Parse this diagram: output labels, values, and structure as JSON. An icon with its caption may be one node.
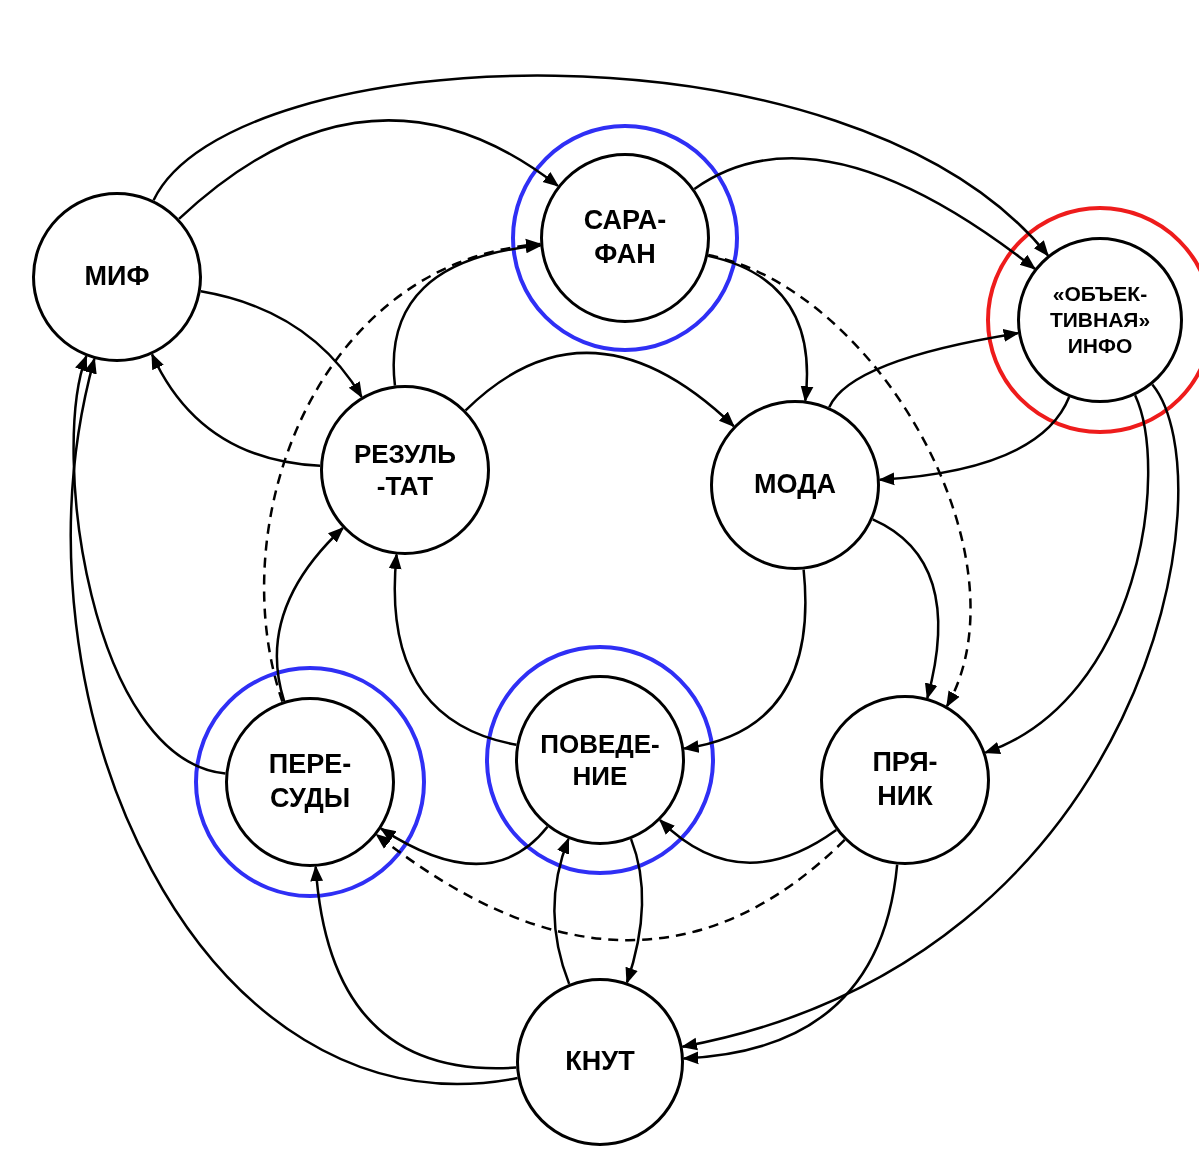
{
  "diagram": {
    "nodes": [
      {
        "text": [
          "МИФ"
        ]
      },
      {
        "text": [
          "САРА- ФАН"
        ]
      },
      {
        "text": [
          "«ОБЪЕК- ТИВНАЯ» ИНФО"
        ]
      },
      {
        "text": [
          "РЕЗУЛЬ -ТАТ"
        ]
      },
      {
        "text": [
          "МОДА"
        ]
      },
      {
        "text": [
          "ПЕРЕ- СУДЫ"
        ]
      },
      {
        "text": [
          "ПОВЕДЕ- НИЕ"
        ]
      },
      {
        "text": [
          "ПРЯ- НИК"
        ]
      },
      {
        "text": [
          "КНУТ"
        ]
      }
    ],
    "edges": [
      {
        "from": 0,
        "to": 1,
        "arrow": "to"
      },
      {
        "from": 0,
        "to": 2,
        "arrow": "to"
      },
      {
        "from": 1,
        "to": 2,
        "arrow": "to"
      },
      {
        "from": 0,
        "to": 3,
        "arrow": "to"
      },
      {
        "from": 3,
        "to": 0,
        "arrow": "to"
      },
      {
        "from": 3,
        "to": 1,
        "arrow": "to"
      },
      {
        "from": 3,
        "to": 4,
        "arrow": "to"
      },
      {
        "from": 1,
        "to": 4,
        "arrow": "to"
      },
      {
        "from": 5,
        "to": 1,
        "arrow": "to",
        "style": "dashed"
      },
      {
        "from": 1,
        "to": 7,
        "arrow": "to",
        "style": "dashed"
      },
      {
        "from": 7,
        "to": 5,
        "arrow": "to",
        "style": "dashed"
      },
      {
        "from": 4,
        "to": 2,
        "arrow": "to"
      },
      {
        "from": 2,
        "to": 4,
        "arrow": "to"
      },
      {
        "from": 4,
        "to": 7,
        "arrow": "to"
      },
      {
        "from": 4,
        "to": 6,
        "arrow": "to"
      },
      {
        "from": 2,
        "to": 7,
        "arrow": "to"
      },
      {
        "from": 2,
        "to": 8,
        "arrow": "to"
      },
      {
        "from": 6,
        "to": 3,
        "arrow": "to"
      },
      {
        "from": 5,
        "to": 3,
        "arrow": "to"
      },
      {
        "from": 5,
        "to": 0,
        "arrow": "to"
      },
      {
        "from": 8,
        "to": 0,
        "arrow": "to"
      },
      {
        "from": 6,
        "to": 5,
        "arrow": "to"
      },
      {
        "from": 7,
        "to": 6,
        "arrow": "to"
      },
      {
        "from": 8,
        "to": 6,
        "arrow": "to"
      },
      {
        "from": 6,
        "to": 8,
        "arrow": "to"
      },
      {
        "from": 8,
        "to": 5,
        "arrow": "to"
      },
      {
        "from": 7,
        "to": 8,
        "arrow": "to"
      }
    ]
  }
}
